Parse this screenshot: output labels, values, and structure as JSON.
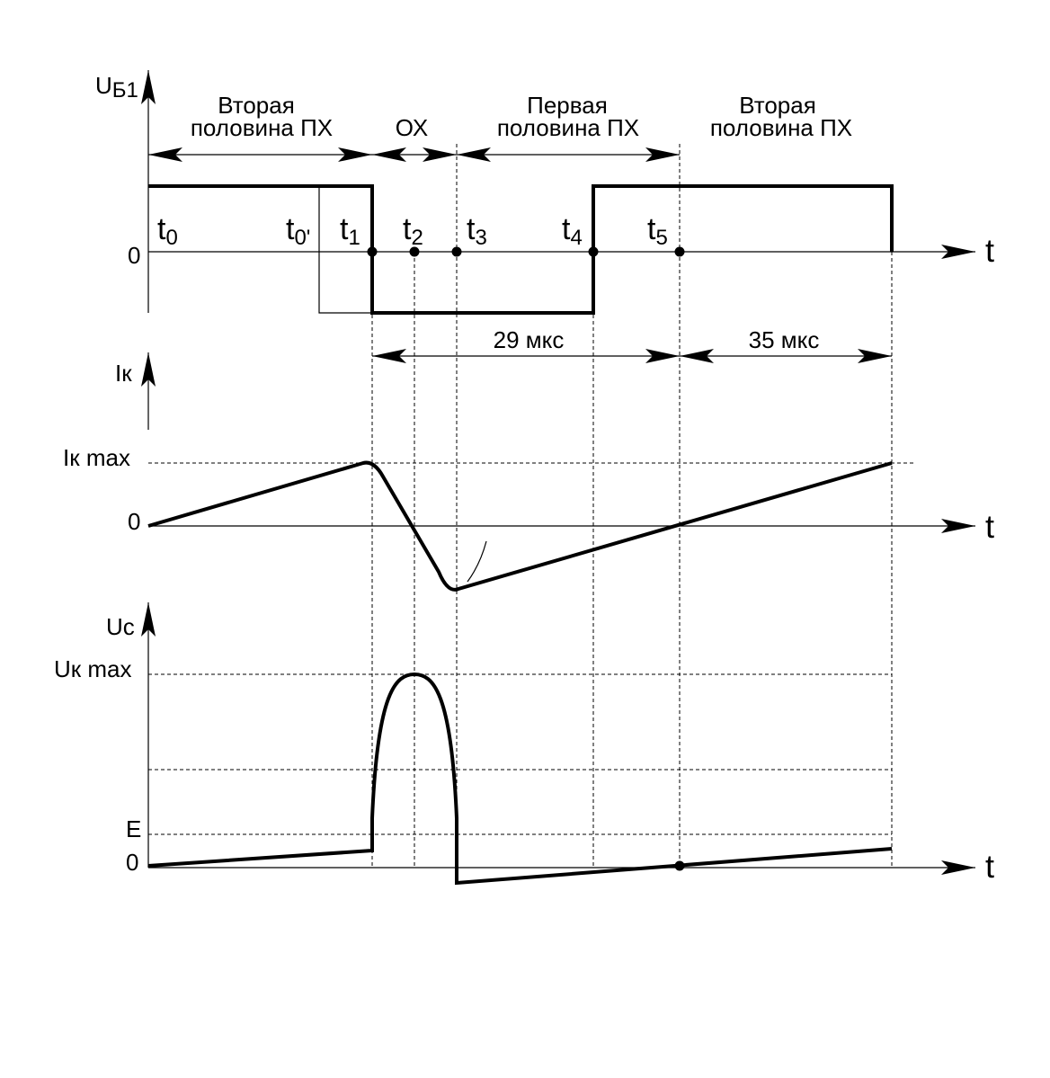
{
  "panels": {
    "top": {
      "y_label": "U",
      "y_label_sub": "Б1",
      "zero": "0",
      "t_axis": "t",
      "times": {
        "t0": {
          "base": "t",
          "sub": "0"
        },
        "t0p": {
          "base": "t",
          "sub": "0'"
        },
        "t1": {
          "base": "t",
          "sub": "1"
        },
        "t2": {
          "base": "t",
          "sub": "2"
        },
        "t3": {
          "base": "t",
          "sub": "3"
        },
        "t4": {
          "base": "t",
          "sub": "4"
        },
        "t5": {
          "base": "t",
          "sub": "5"
        }
      },
      "phases": {
        "second_half_1": {
          "line1": "Вторая",
          "line2": "половина ПХ"
        },
        "reverse": {
          "line1": "ОХ"
        },
        "first_half": {
          "line1": "Первая",
          "line2": "половина ПХ"
        },
        "second_half_2": {
          "line1": "Вторая",
          "line2": "половина ПХ"
        }
      },
      "durations": {
        "d29": "29 мкс",
        "d35": "35 мкс"
      }
    },
    "middle": {
      "y_label": "Iк",
      "max_label": "Iк max",
      "zero": "0",
      "t_axis": "t"
    },
    "bottom": {
      "y_label": "Uc",
      "max_label": "Uк max",
      "e_label": "E",
      "zero": "0",
      "t_axis": "t"
    }
  }
}
